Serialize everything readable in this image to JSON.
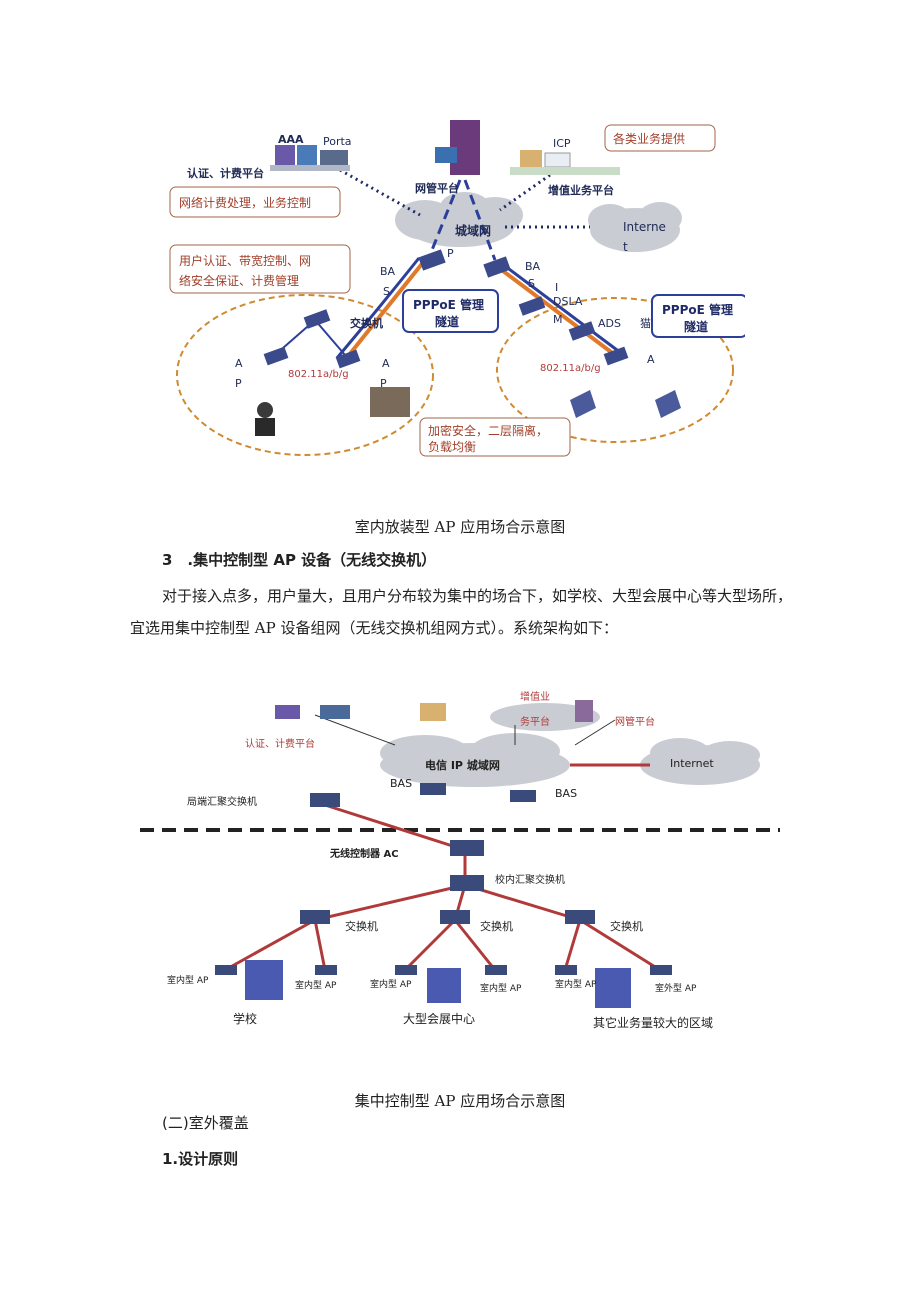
{
  "figure1": {
    "labels": {
      "aaa": "AAA",
      "portal": "Porta",
      "auth_platform": "认证、计费平台",
      "nm_platform": "网管平台",
      "icp": "ICP",
      "services": "各类业务提供",
      "vas_platform": "增值业务平台",
      "billing_note": "网络计费处理，业务控制",
      "metro": "城域网",
      "internet_1": "Interne",
      "internet_2": "t",
      "user_auth_1": "用户认证、带宽控制、网",
      "user_auth_2": "络安全保证、计费管理",
      "bas_left_1": "BA",
      "bas_left_2": "S",
      "p_label": "P",
      "bas_right_1": "BA",
      "bas_right_2": "S",
      "dslam_1": "I",
      "dslam_2": "DSLA",
      "dslam_3": "M",
      "ads": "ADS",
      "modem": "猫",
      "pppoe_left_1": "PPPoE 管理",
      "pppoe_left_2": "隧道",
      "pppoe_right_1": "PPPoE 管理",
      "pppoe_right_2": "隧道",
      "switch": "交换机",
      "ap_a1": "A",
      "ap_p1": "P",
      "ap_a2": "A",
      "ap_p2": "P",
      "ap_a3": "A",
      "wifi_left": "802.11a/b/g",
      "wifi_right": "802.11a/b/g",
      "encrypt_1": "加密安全，二层隔离，",
      "encrypt_2": "负载均衡"
    }
  },
  "caption1": "室内放装型 AP 应用场合示意图",
  "heading1": "3　.集中控制型 AP 设备（无线交换机）",
  "paragraph1_line1": "对于接入点多，用户量大，且用户分布较为集中的场合下，如学校、大型会展中心等大型场所，",
  "paragraph1_line2": "宜选用集中控制型 AP 设备组网（无线交换机组网方式）。系统架构如下：",
  "figure2": {
    "labels": {
      "auth_platform": "认证、计费平台",
      "vas_1": "增值业",
      "vas_2": "务平台",
      "nm_platform": "网管平台",
      "metro": "电信 IP 城域网",
      "internet": "Internet",
      "bas_1": "BAS",
      "bas_2": "BAS",
      "agg_switch": "局端汇聚交换机",
      "ac": "无线控制器 AC",
      "campus_switch": "校内汇聚交换机",
      "switch_1": "交换机",
      "switch_2": "交换机",
      "switch_3": "交换机",
      "indoor_ap_1": "室内型 AP",
      "indoor_ap_2": "室内型 AP",
      "indoor_ap_3": "室内型 AP",
      "indoor_ap_4": "室内型 AP",
      "indoor_ap_5": "室内型 AP",
      "outdoor_ap": "室外型 AP",
      "school": "学校",
      "exhibition": "大型会展中心",
      "other_area": "其它业务量较大的区域"
    }
  },
  "caption2": "集中控制型 AP 应用场合示意图",
  "section2": "(二)室外覆盖",
  "section2_1": "1.设计原则",
  "colors": {
    "orange_link": "#e07a2a",
    "blue_link": "#2c3f9a",
    "red_link": "#b03a3a",
    "dashed_circle": "#d08a30"
  }
}
